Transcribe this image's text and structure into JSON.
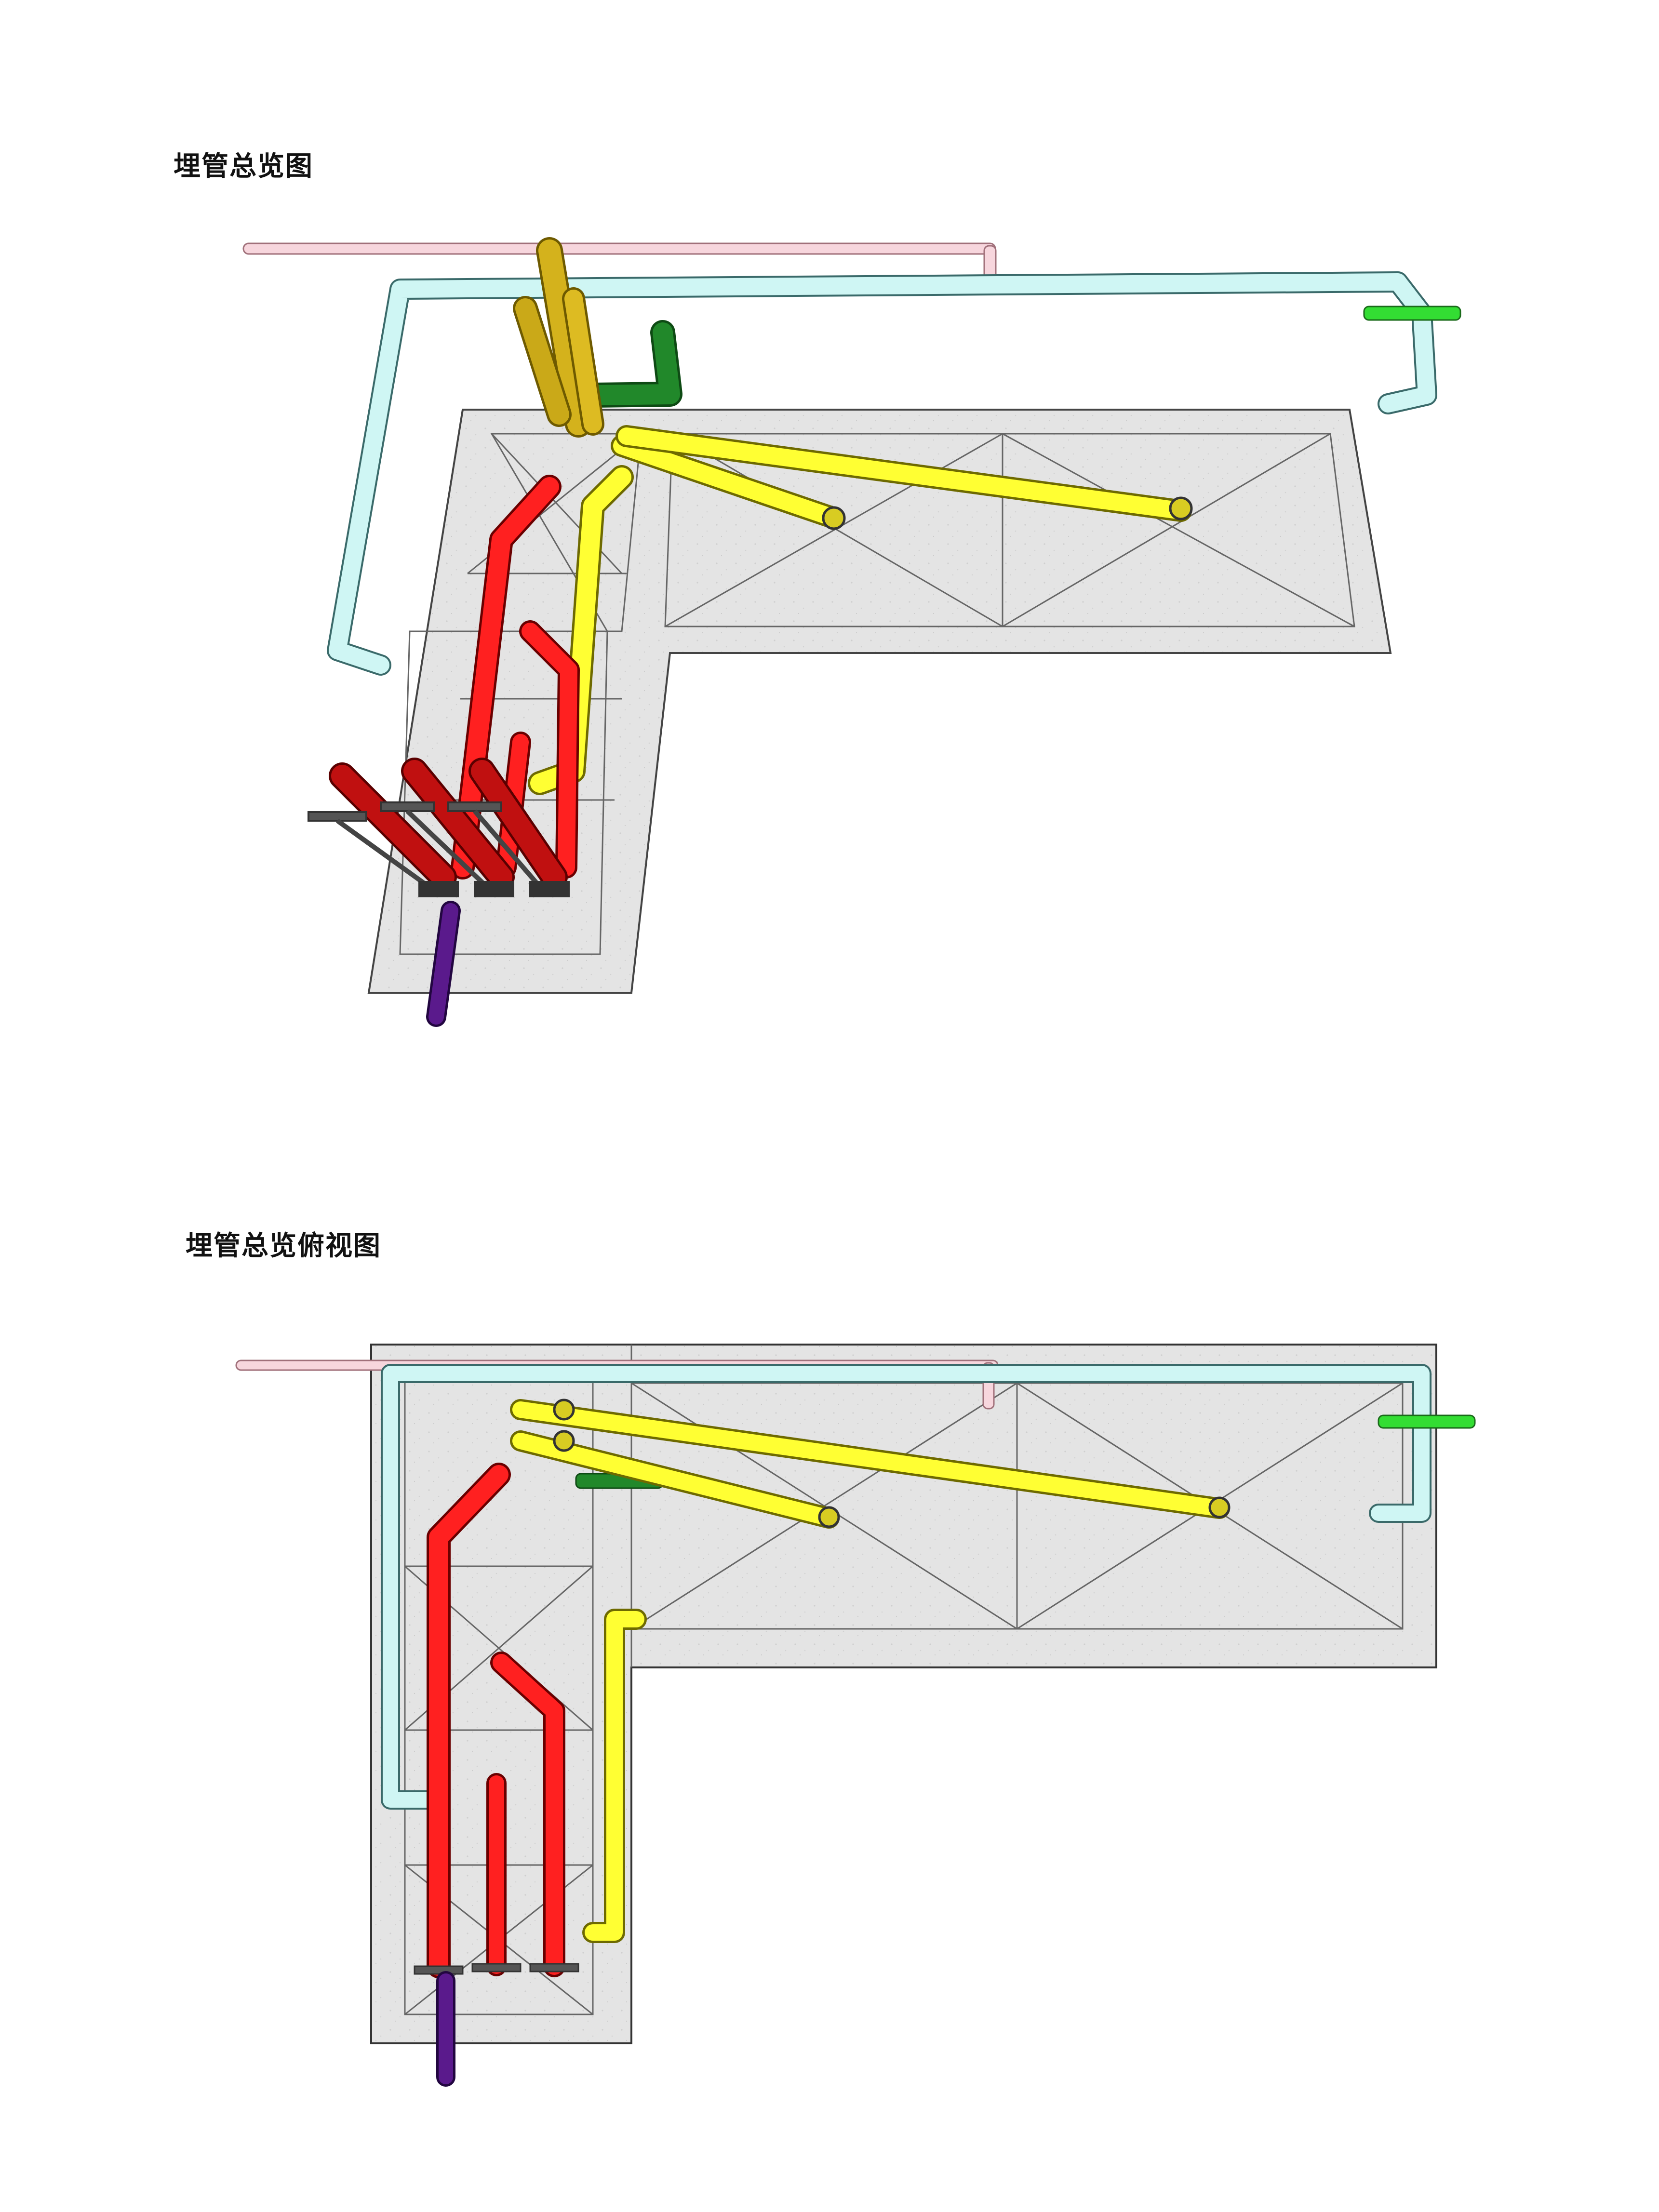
{
  "figures": [
    {
      "title": "埋管总览图",
      "view": "perspective"
    },
    {
      "title": "埋管总览俯视图",
      "view": "top"
    }
  ],
  "colors": {
    "slab": "#e6e6e6",
    "slab_edge": "#444444",
    "hot_water_pipe": "#ff2020",
    "hot_water_pipe_dark": "#b00000",
    "yellow_pipe": "#ffff33",
    "yellow_pipe_dark": "#b8a000",
    "cyan_pipe": "#cff6f4",
    "pink_pipe": "#f7d6dd",
    "green_pipe": "#21882a",
    "light_green_pipe": "#33dd33",
    "purple_pipe": "#5a1a8c",
    "valve_handle": "#555555"
  },
  "icons": [
    "pipe-elbow",
    "floor-drain",
    "valve-handle"
  ]
}
